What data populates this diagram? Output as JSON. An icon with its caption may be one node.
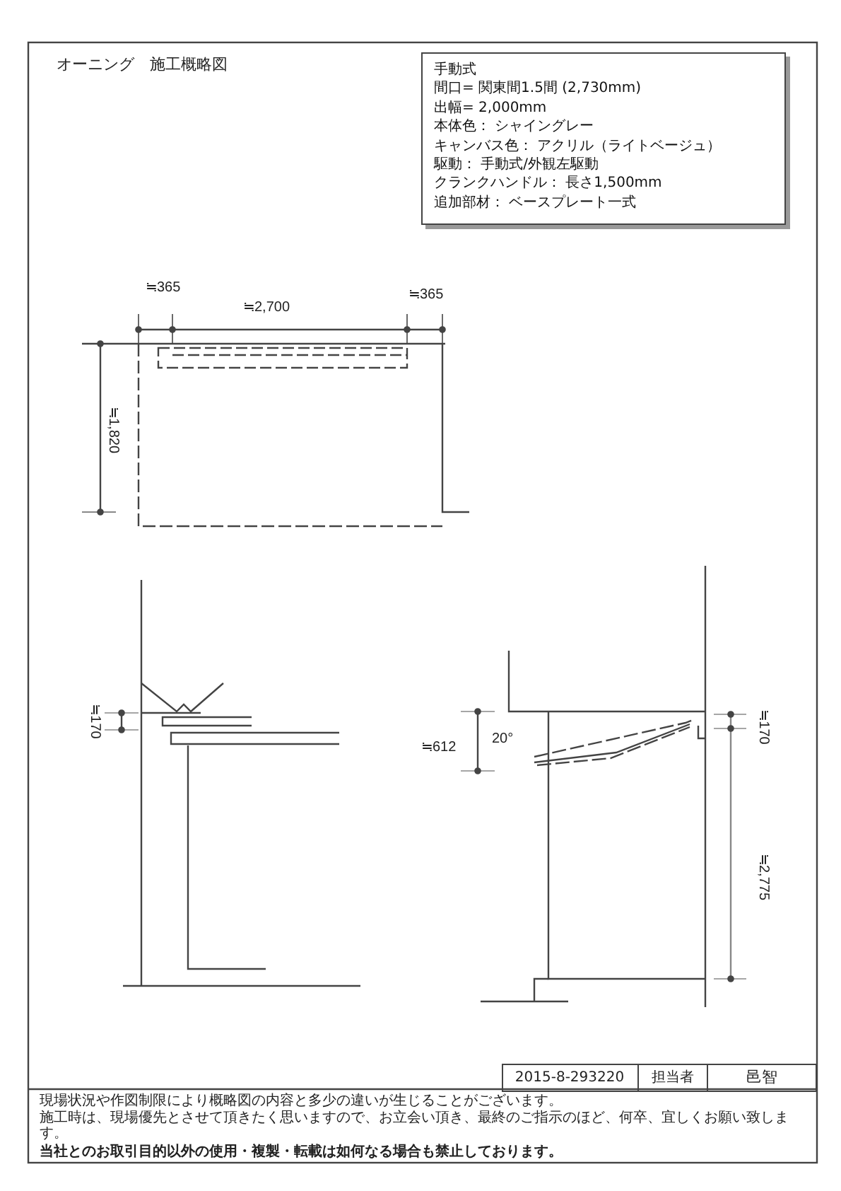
{
  "diagram": {
    "nodes": [
      {
        "text": [
          "手動式",
          "間口= 関東間1.5間 (2,730mm)",
          "出幅= 2,000mm",
          "本体色： シャイングレー",
          "キャンバス色： アクリル（ライトベージュ）",
          "駆動： 手動式/外観左駆動",
          "クランクハンドル： 長さ1,500mm",
          "追加部材： ベースプレート一式"
        ]
      }
    ],
    "labels": [
      "オーニング　施工概略図",
      "≒365",
      "≒2,700",
      "≒365",
      "≒1,820",
      "≒170",
      "≒612",
      "20°",
      "≒170",
      "≒2,775",
      "2015-8-293220",
      "担当者",
      "邑智",
      "現場状況や作図制限により概略図の内容と多少の違いが生じることがございます。",
      "施工時は、現場優先とさせて頂きたく思いますので、お立会い頂き、最終のご指示のほど、何卒、宜しくお願い致します。",
      "当社とのお取引目的以外の使用・複製・転載は如何なる場合も禁止しております。"
    ]
  }
}
